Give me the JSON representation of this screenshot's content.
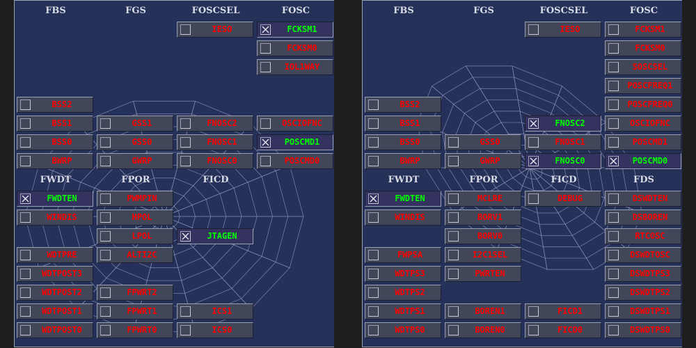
{
  "colors": {
    "off_text": "#ff0000",
    "on_text": "#00ff00",
    "panel_bg": "#253158"
  },
  "panels": [
    {
      "sections": [
        {
          "columns": [
            {
              "header": "FBS",
              "items": [
                null,
                null,
                null,
                null,
                {
                  "label": "BSS2",
                  "checked": false
                },
                {
                  "label": "BSS1",
                  "checked": false
                },
                {
                  "label": "BSS0",
                  "checked": false
                },
                {
                  "label": "BWRP",
                  "checked": false
                }
              ]
            },
            {
              "header": "FGS",
              "items": [
                null,
                null,
                null,
                null,
                null,
                {
                  "label": "GSS1",
                  "checked": false
                },
                {
                  "label": "GSS0",
                  "checked": false
                },
                {
                  "label": "GWRP",
                  "checked": false
                }
              ]
            },
            {
              "header": "FOSCSEL",
              "items": [
                {
                  "label": "IESO",
                  "checked": false
                },
                null,
                null,
                null,
                null,
                {
                  "label": "FNOSC2",
                  "checked": false
                },
                {
                  "label": "FNOSC1",
                  "checked": false
                },
                {
                  "label": "FNOSC0",
                  "checked": false
                }
              ]
            },
            {
              "header": "FOSC",
              "items": [
                {
                  "label": "FCKSM1",
                  "checked": true
                },
                {
                  "label": "FCKSM0",
                  "checked": false
                },
                {
                  "label": "IOL1WAY",
                  "checked": false
                },
                null,
                null,
                {
                  "label": "OSCIOFNC",
                  "checked": false
                },
                {
                  "label": "POSCMD1",
                  "checked": true
                },
                {
                  "label": "POSCMD0",
                  "checked": false
                }
              ]
            }
          ]
        },
        {
          "columns": [
            {
              "header": "FWDT",
              "items": [
                {
                  "label": "FWDTEN",
                  "checked": true
                },
                {
                  "label": "WINDIS",
                  "checked": false
                },
                null,
                {
                  "label": "WDTPRE",
                  "checked": false
                },
                {
                  "label": "WDTPOST3",
                  "checked": false
                },
                {
                  "label": "WDTPOST2",
                  "checked": false
                },
                {
                  "label": "WDTPOST1",
                  "checked": false
                },
                {
                  "label": "WDTPOST0",
                  "checked": false
                }
              ]
            },
            {
              "header": "FPOR",
              "items": [
                {
                  "label": "PWMPIN",
                  "checked": false
                },
                {
                  "label": "HPOL",
                  "checked": false
                },
                {
                  "label": "LPOL",
                  "checked": false
                },
                {
                  "label": "ALTI2C",
                  "checked": false
                },
                null,
                {
                  "label": "FPWRT2",
                  "checked": false
                },
                {
                  "label": "FPWRT1",
                  "checked": false
                },
                {
                  "label": "FPWRT0",
                  "checked": false
                }
              ]
            },
            {
              "header": "FICD",
              "items": [
                null,
                null,
                {
                  "label": "JTAGEN",
                  "checked": true
                },
                null,
                null,
                null,
                {
                  "label": "ICS1",
                  "checked": false
                },
                {
                  "label": "ICS0",
                  "checked": false
                }
              ]
            },
            {
              "header": null,
              "items": [
                null,
                null,
                null,
                null,
                null,
                null,
                null,
                null
              ]
            }
          ]
        }
      ]
    },
    {
      "sections": [
        {
          "columns": [
            {
              "header": "FBS",
              "items": [
                null,
                null,
                null,
                null,
                {
                  "label": "BSS2",
                  "checked": false
                },
                {
                  "label": "BSS1",
                  "checked": false
                },
                {
                  "label": "BSS0",
                  "checked": false
                },
                {
                  "label": "BWRP",
                  "checked": false
                }
              ]
            },
            {
              "header": "FGS",
              "items": [
                null,
                null,
                null,
                null,
                null,
                null,
                {
                  "label": "GSS0",
                  "checked": false
                },
                {
                  "label": "GWRP",
                  "checked": false
                }
              ]
            },
            {
              "header": "FOSCSEL",
              "items": [
                {
                  "label": "IESO",
                  "checked": false
                },
                null,
                null,
                null,
                null,
                {
                  "label": "FNOSC2",
                  "checked": true
                },
                {
                  "label": "FNOSC1",
                  "checked": false
                },
                {
                  "label": "FNOSC0",
                  "checked": true
                }
              ]
            },
            {
              "header": "FOSC",
              "items": [
                {
                  "label": "FCKSM1",
                  "checked": false
                },
                {
                  "label": "FCKSM0",
                  "checked": false
                },
                {
                  "label": "SOSCSEL",
                  "checked": false
                },
                {
                  "label": "POSCFREQ1",
                  "checked": false
                },
                {
                  "label": "POSCFREQ0",
                  "checked": false
                },
                {
                  "label": "OSCIOFNC",
                  "checked": false
                },
                {
                  "label": "POSCMD1",
                  "checked": false
                },
                {
                  "label": "POSCMD0",
                  "checked": true
                }
              ]
            }
          ]
        },
        {
          "columns": [
            {
              "header": "FWDT",
              "items": [
                {
                  "label": "FWDTEN",
                  "checked": true
                },
                {
                  "label": "WINDIS",
                  "checked": false
                },
                null,
                {
                  "label": "FWPSA",
                  "checked": false
                },
                {
                  "label": "WDTPS3",
                  "checked": false
                },
                {
                  "label": "WDTPS2",
                  "checked": false
                },
                {
                  "label": "WDTPS1",
                  "checked": false
                },
                {
                  "label": "WDTPS0",
                  "checked": false
                }
              ]
            },
            {
              "header": "FPOR",
              "items": [
                {
                  "label": "MCLRE",
                  "checked": false
                },
                {
                  "label": "BORV1",
                  "checked": false
                },
                {
                  "label": "BORV0",
                  "checked": false
                },
                {
                  "label": "I2C1SEL",
                  "checked": false
                },
                {
                  "label": "PWRTEN",
                  "checked": false
                },
                null,
                {
                  "label": "BOREN1",
                  "checked": false
                },
                {
                  "label": "BOREN0",
                  "checked": false
                }
              ]
            },
            {
              "header": "FICD",
              "items": [
                {
                  "label": "DEBUG",
                  "checked": false
                },
                null,
                null,
                null,
                null,
                null,
                {
                  "label": "FICD1",
                  "checked": false
                },
                {
                  "label": "FICD0",
                  "checked": false
                }
              ]
            },
            {
              "header": "FDS",
              "items": [
                {
                  "label": "DSWDTEN",
                  "checked": false
                },
                {
                  "label": "DSBOREN",
                  "checked": false
                },
                {
                  "label": "RTCOSC",
                  "checked": false
                },
                {
                  "label": "DSWDTOSC",
                  "checked": false
                },
                {
                  "label": "DSWDTPS3",
                  "checked": false
                },
                {
                  "label": "DSWDTPS2",
                  "checked": false
                },
                {
                  "label": "DSWDTPS1",
                  "checked": false
                },
                {
                  "label": "DSWDTPS0",
                  "checked": false
                }
              ]
            }
          ]
        }
      ]
    }
  ]
}
